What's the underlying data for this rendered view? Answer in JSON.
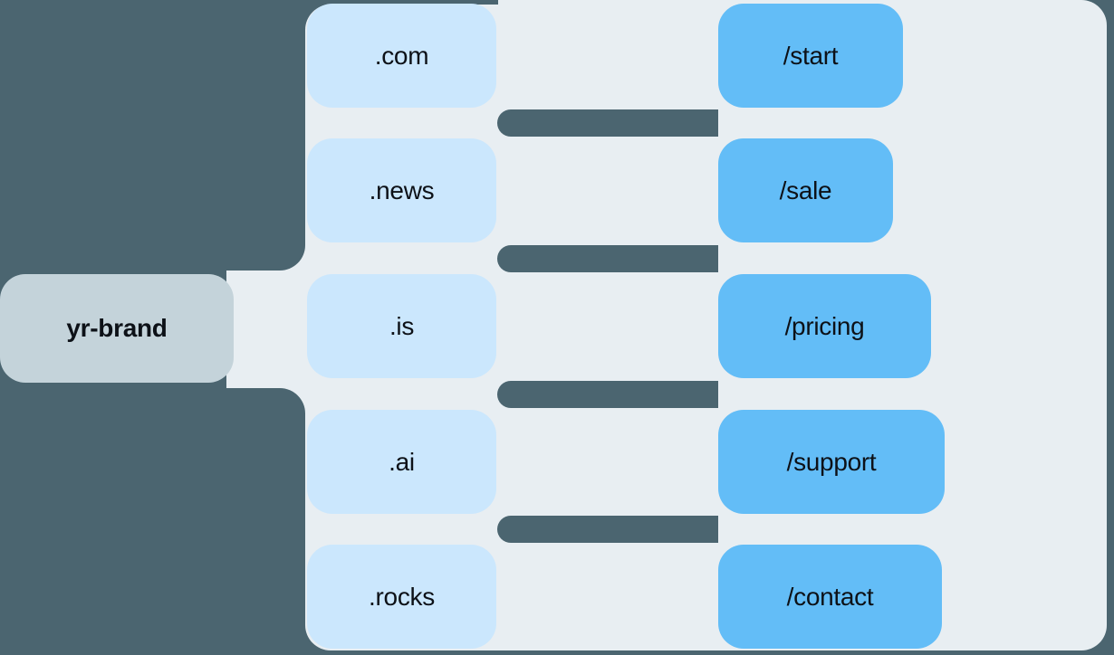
{
  "diagram": {
    "brand": {
      "label": "yr-brand"
    },
    "tlds": [
      {
        "label": ".com"
      },
      {
        "label": ".news"
      },
      {
        "label": ".is"
      },
      {
        "label": ".ai"
      },
      {
        "label": ".rocks"
      }
    ],
    "paths": [
      {
        "label": "/start"
      },
      {
        "label": "/sale"
      },
      {
        "label": "/pricing"
      },
      {
        "label": "/support"
      },
      {
        "label": "/contact"
      }
    ]
  },
  "colors": {
    "background_dark": "#4b6570",
    "panel_light": "#e8eef2",
    "tld_box": "#cbe7fd",
    "path_box": "#63bdf7",
    "brand_box": "#c4d3da",
    "text": "#0d1117"
  }
}
